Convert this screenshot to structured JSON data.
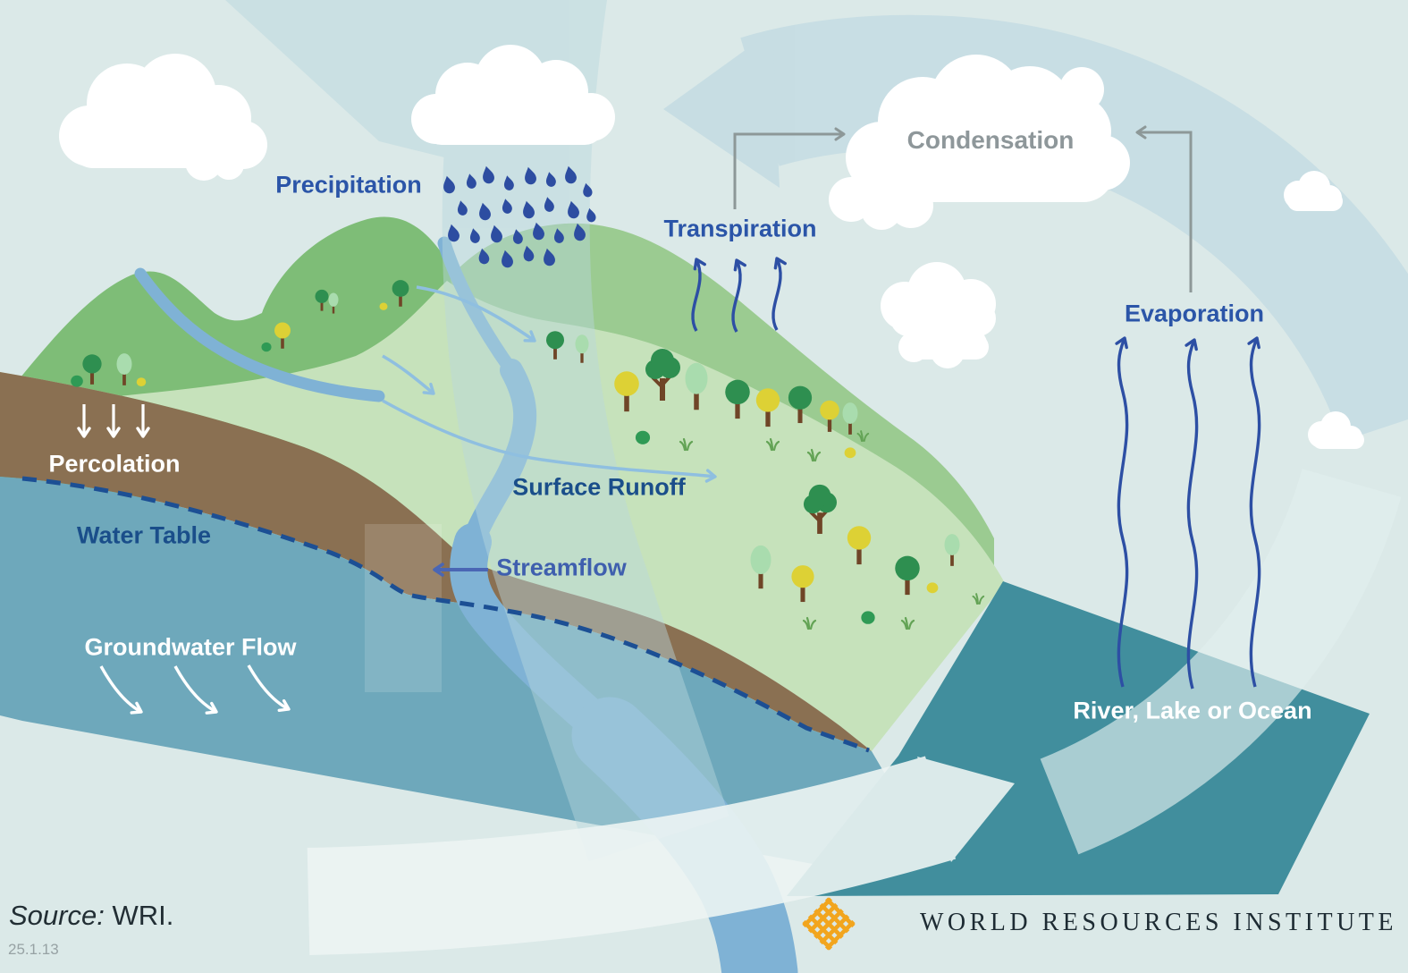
{
  "labels": {
    "precipitation": "Precipitation",
    "condensation": "Condensation",
    "transpiration": "Transpiration",
    "evaporation": "Evaporation",
    "percolation": "Percolation",
    "water_table": "Water Table",
    "groundwater_flow": "Groundwater Flow",
    "surface_runoff": "Surface Runoff",
    "streamflow": "Streamflow",
    "river_lake_ocean": "River, Lake or Ocean"
  },
  "footer": {
    "source_prefix": "Source:",
    "source_text": "WRI.",
    "version": "25.1.13"
  },
  "logo": {
    "org_name": "WORLD RESOURCES INSTITUTE"
  },
  "colors": {
    "sky": "#dbe9e8",
    "cycle_band": "#c3dbe2",
    "label_blue": "#2b55a8",
    "label_navy": "#1a4e8a",
    "label_gray": "#8e979a",
    "streamflow_blue": "#3f5fae",
    "rain_drop": "#2d4da1",
    "land_light": "#c6e2bb",
    "land_mid": "#9bcb91",
    "land_dark": "#7ebd77",
    "soil_brown": "#8a7052",
    "groundwater_blue": "#6ea8bb",
    "ocean_teal": "#418e9d",
    "river_blue": "#7fb2d5",
    "water_table_line": "#1c4f94",
    "arrow_gray": "#8d9898",
    "logo_orange": "#f2a51e",
    "logo_text": "#1d2b33"
  }
}
